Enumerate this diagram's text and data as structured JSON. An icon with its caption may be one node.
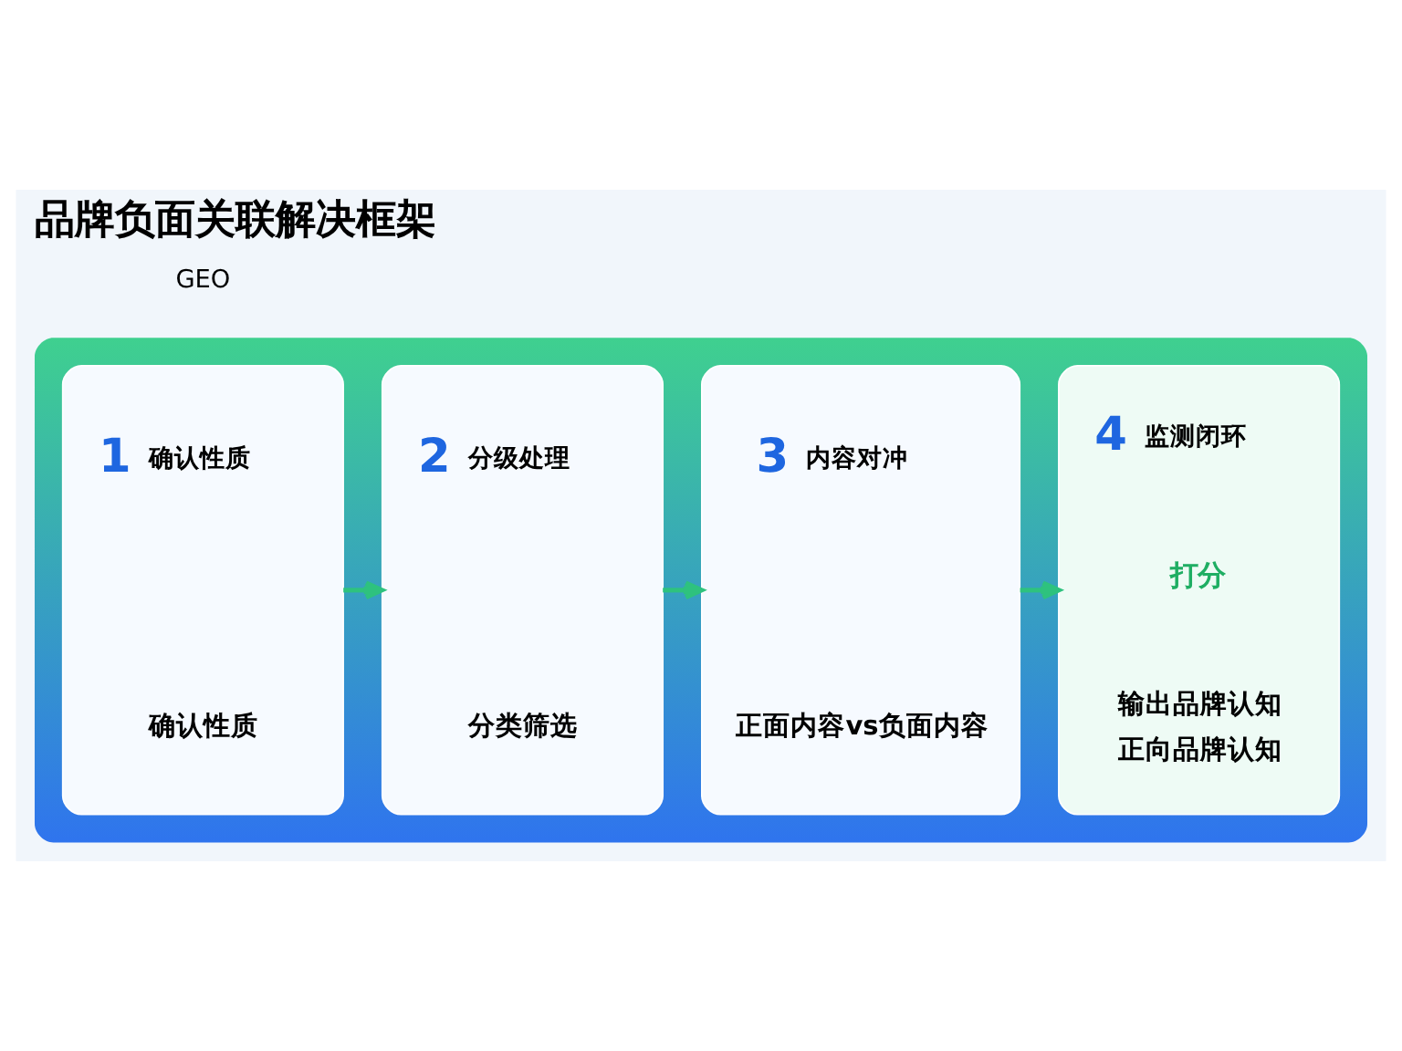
{
  "diagram": {
    "title": "品牌负面关联解决框架",
    "nodes": [
      {
        "text": [],
        "shape": "box"
      },
      {
        "text": [
          "1",
          "确认性质",
          "确认性质"
        ],
        "in": 0
      },
      {
        "text": [
          "2",
          "分级处理",
          "分类筛选"
        ],
        "in": 0
      },
      {
        "text": [
          "3",
          "内容对冲",
          "正面内容vs负面内容"
        ],
        "in": 0
      },
      {
        "text": [
          "4",
          "监测闭环",
          "打分",
          "输出品牌认知",
          "正向品牌认知"
        ],
        "in": 0
      }
    ],
    "edges": [
      {
        "from": 1,
        "to": 2,
        "arrow": "to"
      },
      {
        "from": 2,
        "to": 3,
        "arrow": "to"
      },
      {
        "from": 3,
        "to": 4,
        "arrow": "to"
      }
    ],
    "labels": [
      "GEO"
    ]
  }
}
